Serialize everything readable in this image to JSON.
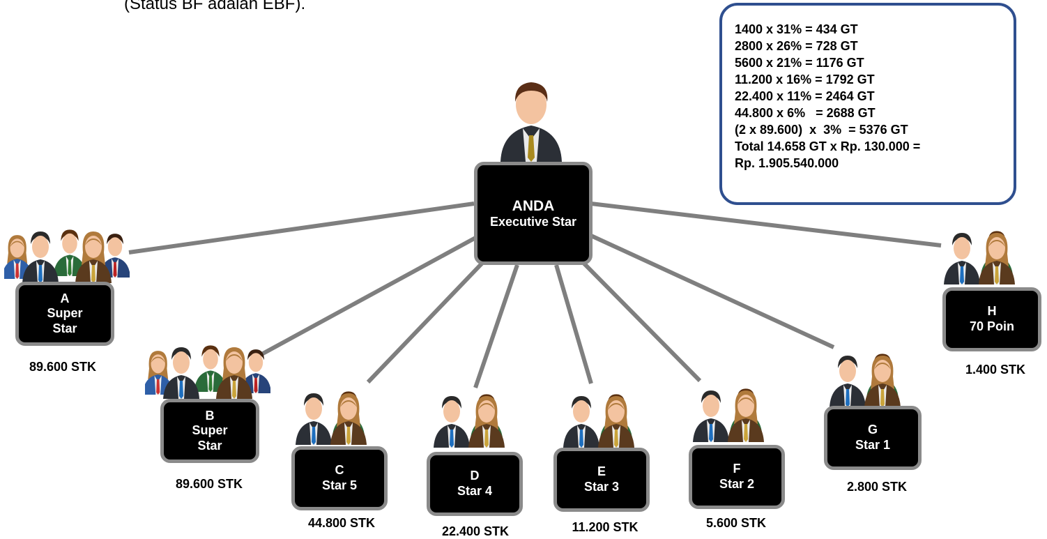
{
  "header": {
    "text": "(Status BF adalah EBF)."
  },
  "root": {
    "name": "ANDA",
    "rank": "Executive Star"
  },
  "members": [
    {
      "id": "A",
      "label1": "A",
      "label2": "Super",
      "label3": "Star",
      "count": "89.600 STK",
      "icon": "group-five-people-icon"
    },
    {
      "id": "B",
      "label1": "B",
      "label2": "Super",
      "label3": "Star",
      "count": "89.600 STK",
      "icon": "group-five-people-icon"
    },
    {
      "id": "C",
      "label1": "C",
      "label2": "Star 5",
      "label3": "",
      "count": "44.800 STK",
      "icon": "group-three-people-icon"
    },
    {
      "id": "D",
      "label1": "D",
      "label2": "Star 4",
      "label3": "",
      "count": "22.400 STK",
      "icon": "group-three-people-icon"
    },
    {
      "id": "E",
      "label1": "E",
      "label2": "Star 3",
      "label3": "",
      "count": "11.200 STK",
      "icon": "group-three-people-icon"
    },
    {
      "id": "F",
      "label1": "F",
      "label2": "Star 2",
      "label3": "",
      "count": "5.600 STK",
      "icon": "group-three-people-icon"
    },
    {
      "id": "G",
      "label1": "G",
      "label2": "Star 1",
      "label3": "",
      "count": "2.800 STK",
      "icon": "group-three-people-icon"
    },
    {
      "id": "H",
      "label1": "H",
      "label2": "70 Poin",
      "label3": "",
      "count": "1.400 STK",
      "icon": "group-three-people-icon"
    }
  ],
  "calculation": [
    "1400 x 31% = 434 GT",
    "2800 x 26% = 728 GT",
    "5600 x 21% = 1176 GT",
    "11.200 x 16% = 1792 GT",
    "22.400 x 11% = 2464 GT",
    "44.800 x 6%   = 2688 GT",
    "(2 x 89.600)  x  3%  = 5376 GT",
    "Total 14.658 GT x Rp. 130.000 =",
    "Rp. 1.905.540.000"
  ],
  "colors": {
    "node_fill": "#000000",
    "node_border": "#8a8a8a",
    "line": "#7f7f7f",
    "box_border": "#2f4f8f"
  }
}
